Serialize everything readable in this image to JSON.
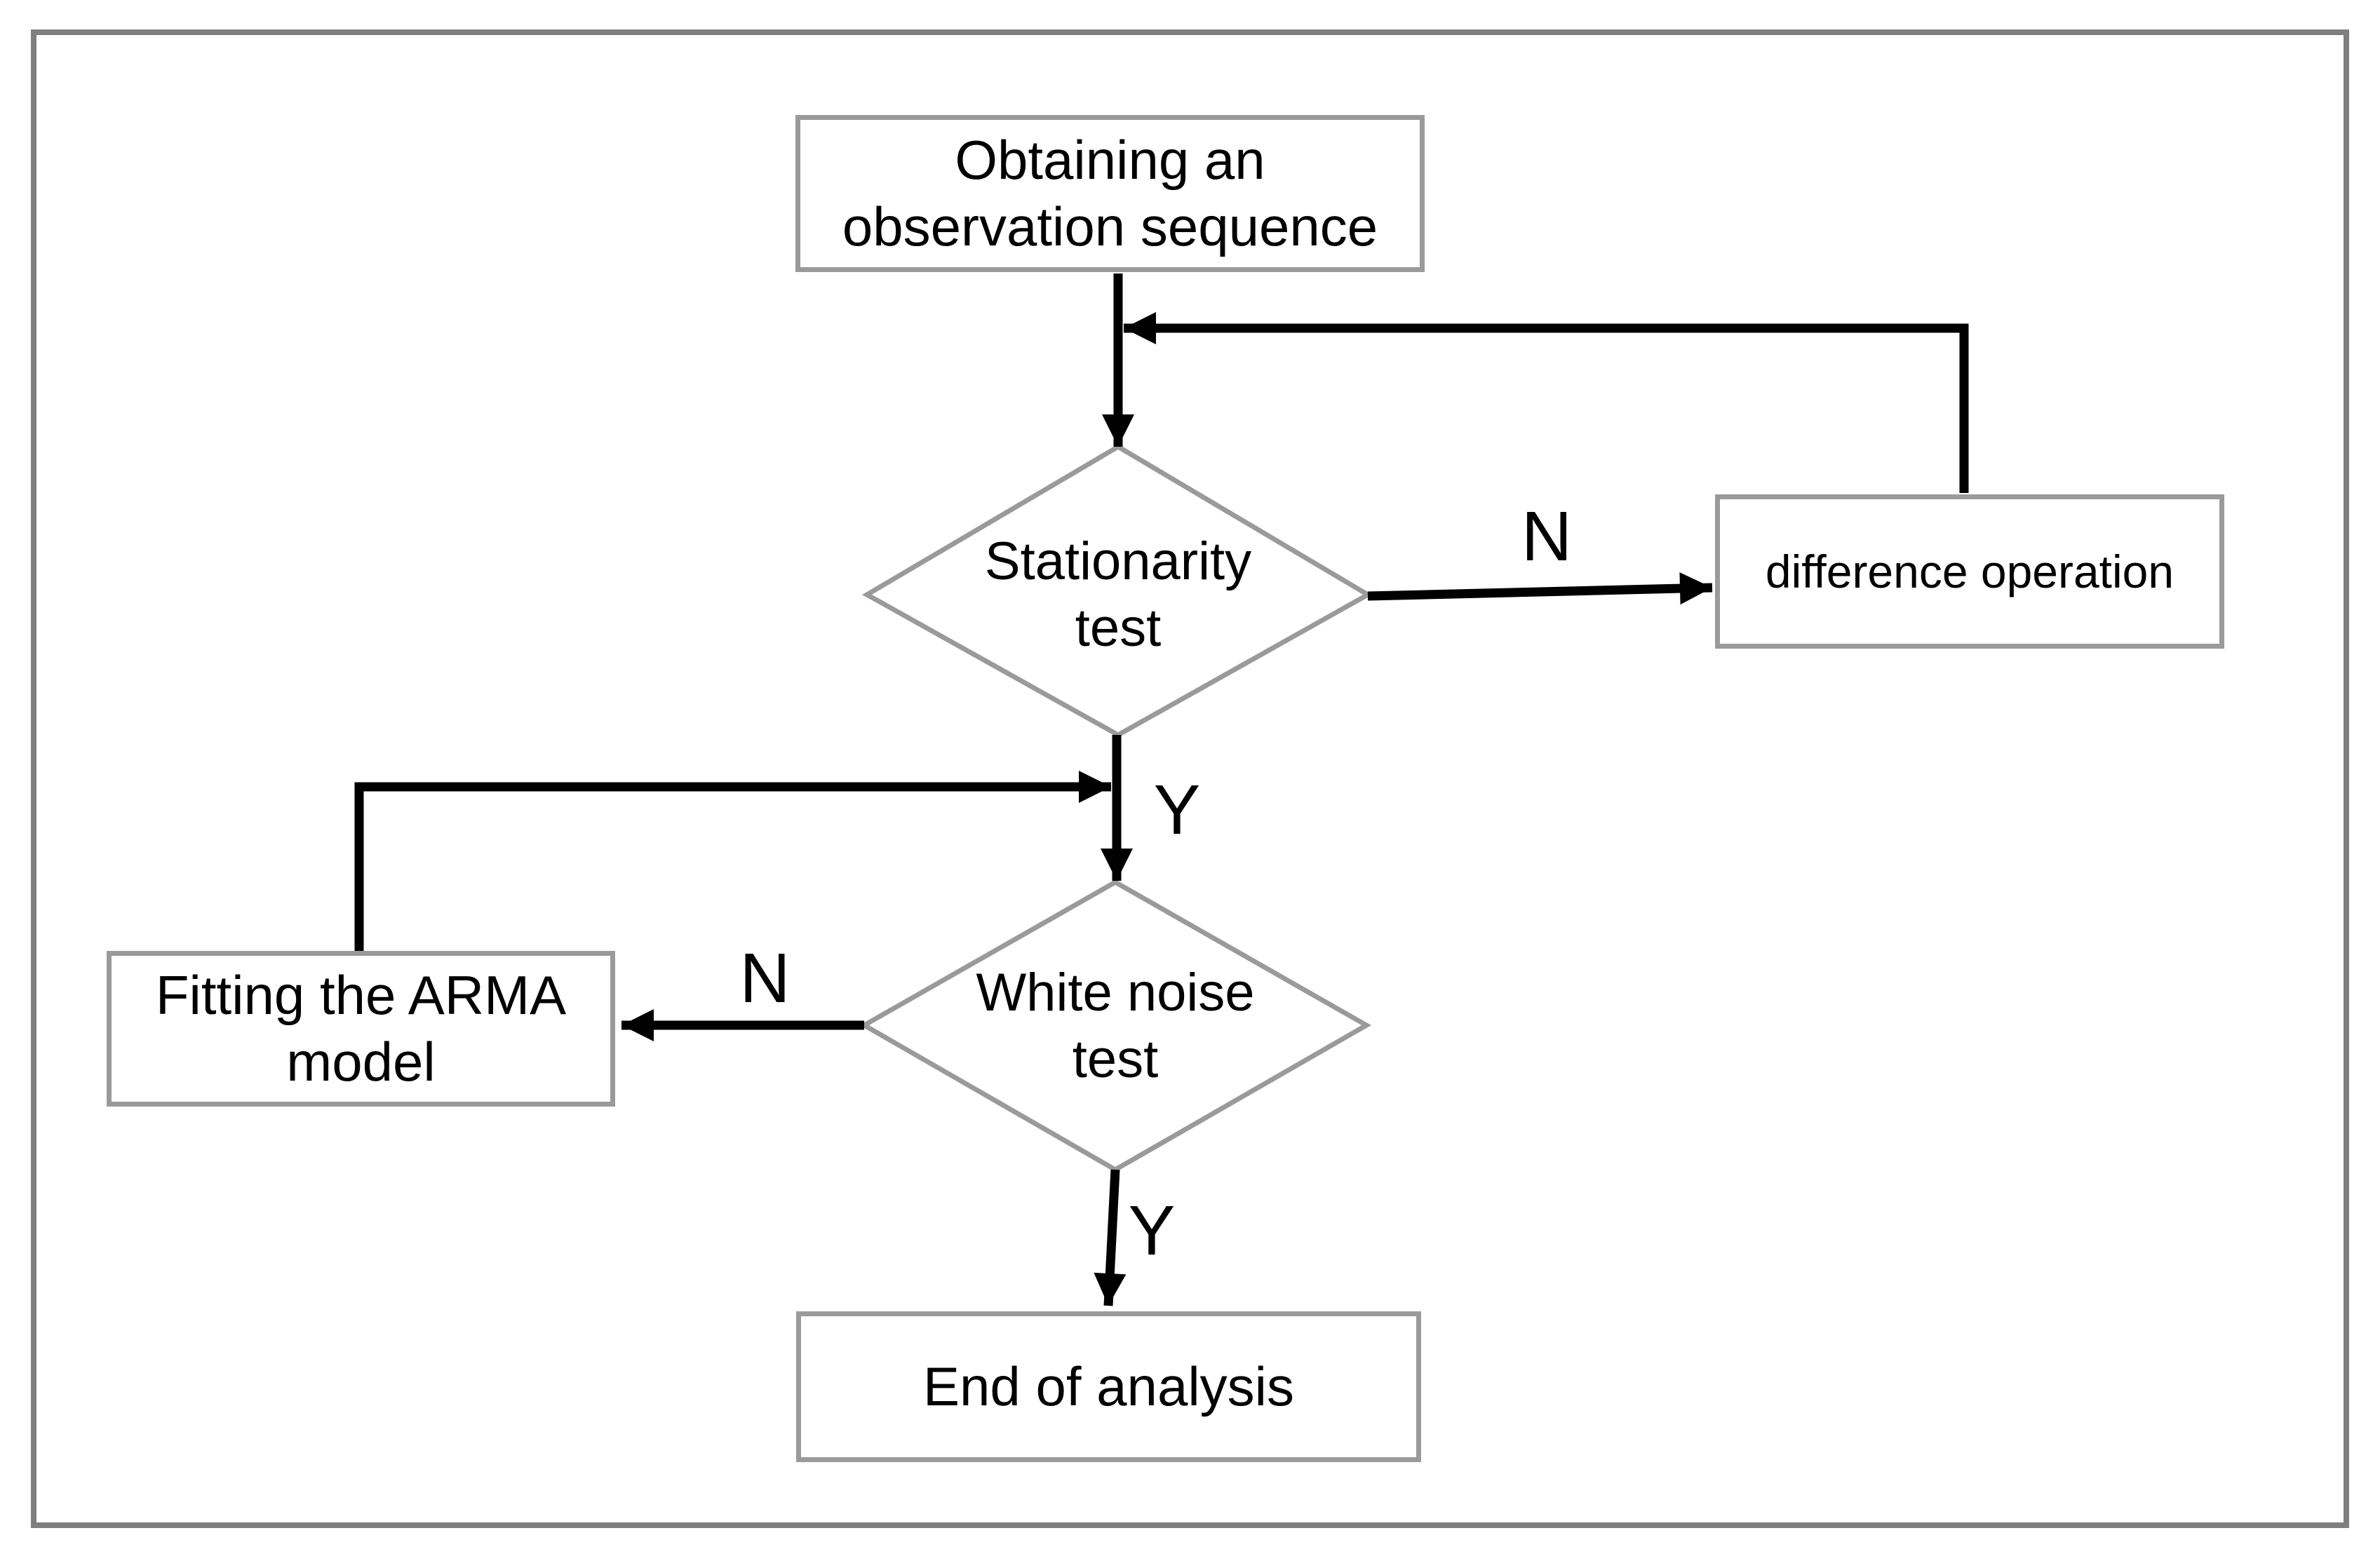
{
  "flowchart": {
    "nodes": {
      "obtain_sequence": {
        "type": "process",
        "lines": [
          "Obtaining an",
          "observation sequence"
        ]
      },
      "stationarity_test": {
        "type": "decision",
        "lines": [
          "Stationarity",
          "test"
        ]
      },
      "difference_operation": {
        "type": "process",
        "lines": [
          "difference operation"
        ]
      },
      "white_noise_test": {
        "type": "decision",
        "lines": [
          "White noise",
          "test"
        ]
      },
      "fitting_arma": {
        "type": "process",
        "lines": [
          "Fitting the ARMA",
          "model"
        ]
      },
      "end_of_analysis": {
        "type": "process",
        "lines": [
          "End of analysis"
        ]
      }
    },
    "edge_labels": {
      "stationarity_no": "N",
      "stationarity_yes": "Y",
      "white_noise_no": "N",
      "white_noise_yes": "Y"
    },
    "edges": [
      {
        "from": "obtain_sequence",
        "to": "stationarity_test",
        "label": ""
      },
      {
        "from": "stationarity_test",
        "to": "difference_operation",
        "label": "N"
      },
      {
        "from": "difference_operation",
        "to": "obtain_sequence_to_stationarity_line",
        "label": ""
      },
      {
        "from": "stationarity_test",
        "to": "white_noise_test",
        "label": "Y"
      },
      {
        "from": "white_noise_test",
        "to": "fitting_arma",
        "label": "N"
      },
      {
        "from": "fitting_arma",
        "to": "stationarity_to_white_noise_line",
        "label": ""
      },
      {
        "from": "white_noise_test",
        "to": "end_of_analysis",
        "label": "Y"
      }
    ],
    "colors": {
      "background": "#ffffff",
      "outer_border": "#7f7f7f",
      "shape_border": "#9a9a9a",
      "arrow": "#000000",
      "text": "#000000"
    }
  }
}
